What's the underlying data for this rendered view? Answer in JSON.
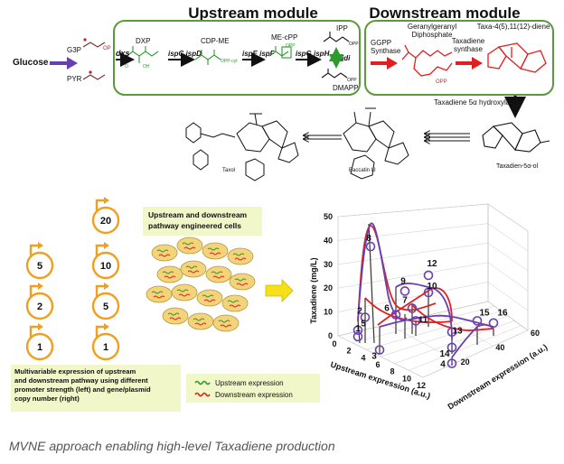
{
  "modules": {
    "upstream_title": "Upstream module",
    "downstream_title": "Downstream module"
  },
  "upstream": {
    "glucose": "Glucose",
    "g3p": "G3P",
    "pyr": "PYR",
    "dxp": "DXP",
    "cdp_me": "CDP-ME",
    "me_cpp": "ME-cPP",
    "ipp": "IPP",
    "dmapp": "DMAPP",
    "dxs": "dxs",
    "ispcd": "ispC ispD",
    "ispef": "ispE ispF",
    "ispgh": "ispG ispH",
    "idi": "idi"
  },
  "downstream": {
    "ggpp_synthase": "GGPP Synthase",
    "ggpp": "Geranylgeranyl Diphosphate",
    "taxadiene_synthase": "Taxadiene synthase",
    "taxadiene": "Taxa-4(5),11(12)-diene",
    "hydroxylase": "Taxadiene 5α hydroxylase",
    "taxadienol": "Taxadien-5α-ol",
    "baccatin": "Baccatin III",
    "taxol": "Taxol",
    "opp": "OPP"
  },
  "plasmids": [
    "20",
    "5",
    "10",
    "2",
    "5",
    "1",
    "1"
  ],
  "cells_label": "Upstream and downstream pathway engineered cells",
  "multivariable_text": "Multivariable expression of upstream and downstream pathway using different promoter strength (left) and gene/plasmid copy number (right)",
  "legend": {
    "upstream": "Upstream expression",
    "downstream": "Downstream expression"
  },
  "colors": {
    "module_border": "#5a9a3a",
    "upstream_arrow": "#6a3fb0",
    "downstream_red": "#e02020",
    "plasmid_orange": "#f0a020",
    "note_bg": "#f1f7c8",
    "cell_fill": "#f3d47a",
    "upstream_line": "#6a3fb0",
    "downstream_line": "#e02020"
  },
  "chart_data": {
    "type": "scatter",
    "zlabel": "Taxadiene (mg/L)",
    "xlabel": "Upstream expression (a.u.)",
    "ylabel": "Downstream expression (a.u.)",
    "z_ticks": [
      "0",
      "10",
      "20",
      "30",
      "40",
      "50"
    ],
    "x_ticks": [
      "0",
      "2",
      "4",
      "6",
      "8",
      "10",
      "12"
    ],
    "y_ticks": [
      "20",
      "40",
      "60"
    ],
    "zlim": [
      0,
      50
    ],
    "xlim": [
      0,
      12
    ],
    "ylim": [
      0,
      60
    ],
    "points": [
      {
        "label": "1",
        "z": 3
      },
      {
        "label": "2",
        "z": 12
      },
      {
        "label": "3",
        "z": 1
      },
      {
        "label": "4",
        "z": 1
      },
      {
        "label": "5",
        "z": 6
      },
      {
        "label": "6",
        "z": 9
      },
      {
        "label": "7",
        "z": 12
      },
      {
        "label": "8",
        "z": 45
      },
      {
        "label": "9",
        "z": 20
      },
      {
        "label": "10",
        "z": 16
      },
      {
        "label": "11",
        "z": 7
      },
      {
        "label": "12",
        "z": 24
      },
      {
        "label": "13",
        "z": 6
      },
      {
        "label": "14",
        "z": 3
      },
      {
        "label": "15",
        "z": 7
      },
      {
        "label": "16",
        "z": 6
      }
    ]
  },
  "caption": "MVNE approach enabling high-level Taxadiene production"
}
